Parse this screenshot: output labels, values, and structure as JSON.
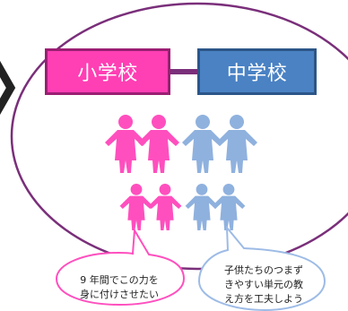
{
  "diagram": {
    "left_box": {
      "label": "小学校",
      "fill": "#ff3fb4"
    },
    "right_box": {
      "label": "中学校",
      "fill": "#4a82c4"
    },
    "connector_color": "#7a2f7a",
    "people": {
      "elementary_color": "#ff4fbe",
      "junior_color": "#8fb1de"
    },
    "bubbles": {
      "left": {
        "text": "9 年間でこの力を\n身に付けさせたい",
        "border": "#ff4fbe"
      },
      "right": {
        "text": "子供たちのつまず\nきやすい単元の教\nえ方を工夫しよう",
        "border": "#9dbbe6"
      }
    }
  }
}
